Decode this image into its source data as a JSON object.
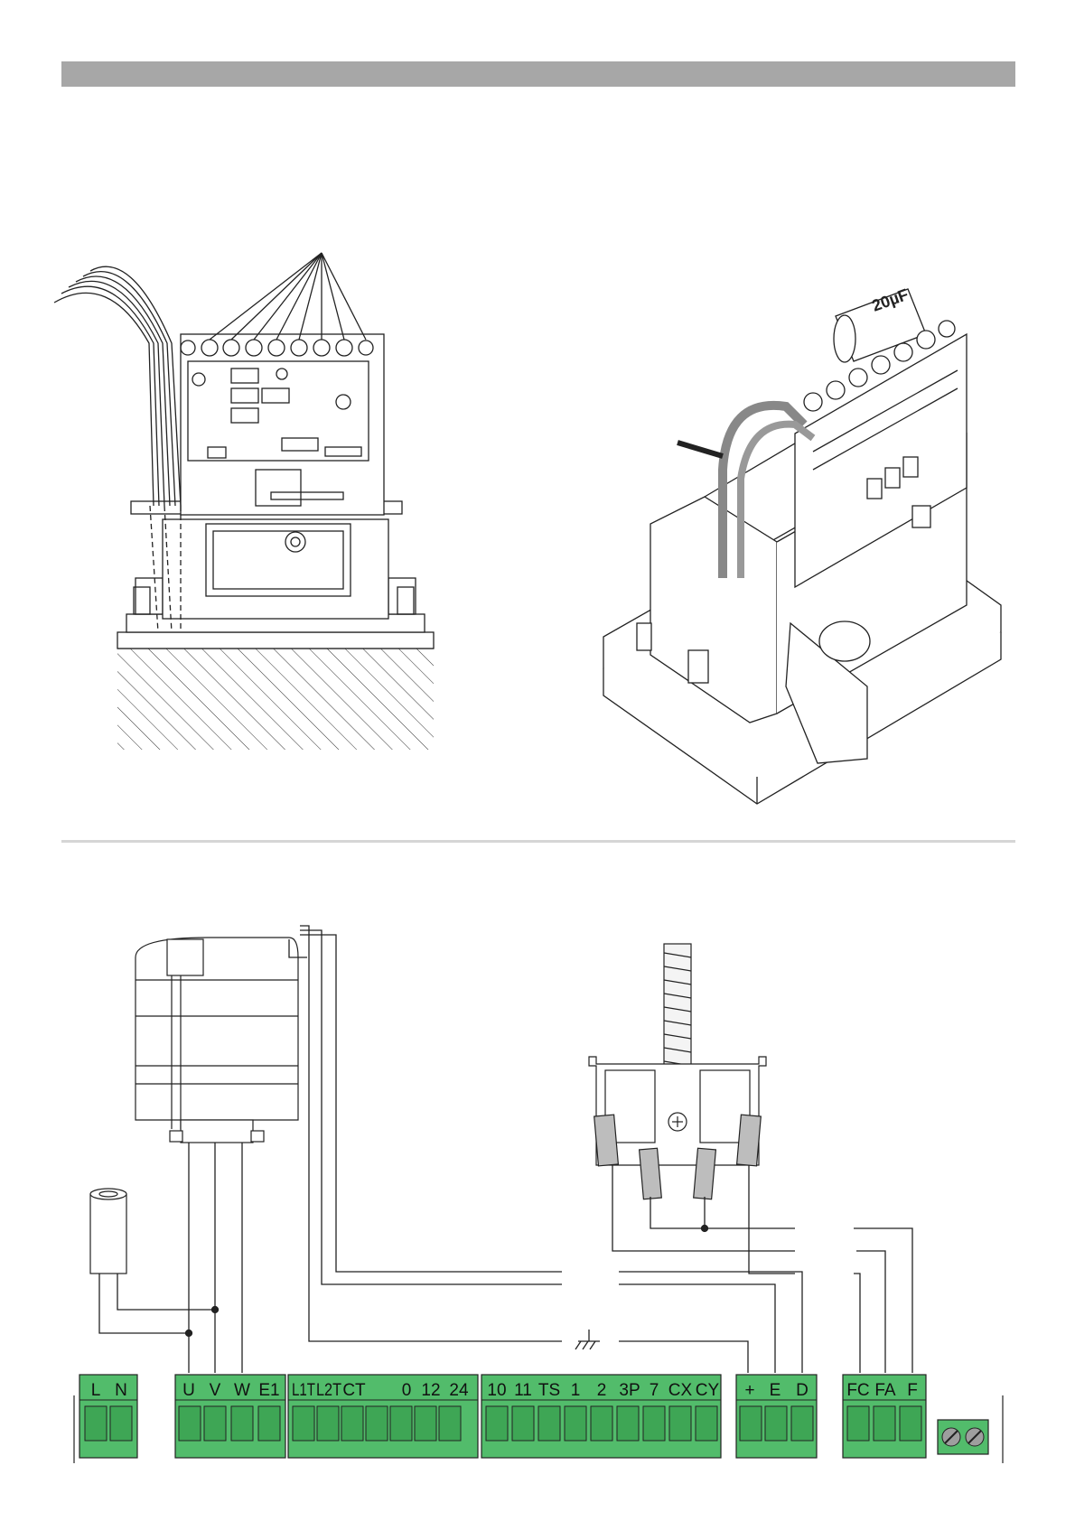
{
  "figure_top": {
    "capacitor_label": "20µF"
  },
  "terminal_blocks": [
    {
      "id": "power",
      "labels": [
        "L",
        "N"
      ]
    },
    {
      "id": "motor",
      "labels": [
        "U",
        "V",
        "W",
        "E1"
      ]
    },
    {
      "id": "lamps",
      "labels": [
        "L1T",
        "L2T",
        "CT",
        "0",
        "12",
        "24"
      ]
    },
    {
      "id": "controls",
      "labels": [
        "10",
        "11",
        "TS",
        "1",
        "2",
        "3P",
        "7",
        "CX",
        "CY"
      ]
    },
    {
      "id": "encoder",
      "labels": [
        "+",
        "E",
        "D"
      ]
    },
    {
      "id": "limit-switch",
      "labels": [
        "FC",
        "FA",
        "F"
      ]
    }
  ],
  "colors": {
    "terminal_green": "#52bc6b",
    "terminal_dark": "#2e7d3e",
    "line": "#222222",
    "header_bar": "#a7a7a7"
  }
}
